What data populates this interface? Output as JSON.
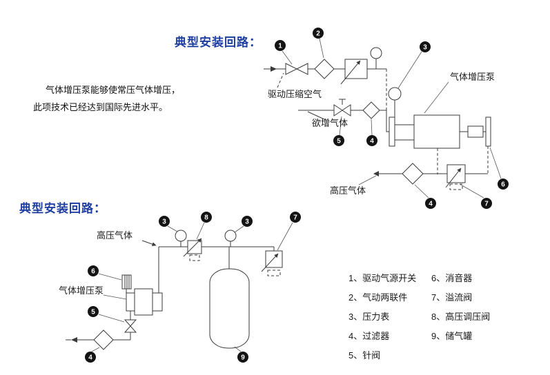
{
  "titles": {
    "top": "典型安装回路：",
    "bottom": "典型安装回路："
  },
  "description": {
    "line1": "气体增压泵能够使常压气体增压，",
    "line2": "此项技术已经达到国际先进水平。"
  },
  "labels": {
    "drive_air": "驱动压缩空气",
    "boost_gas": "欲增气体",
    "pump_top": "气体增压泵",
    "hp_gas_top": "高压气体",
    "hp_gas_bottom": "高压气体",
    "pump_bottom": "气体增压泵"
  },
  "markers": {
    "t1": "1",
    "t2": "2",
    "t3": "3",
    "t5": "5",
    "t4a": "4",
    "t6": "6",
    "t7": "7",
    "t4b": "4",
    "b3a": "3",
    "b8": "8",
    "b3b": "3",
    "b7": "7",
    "b6": "6",
    "b5": "5",
    "b4": "4",
    "b9": "9"
  },
  "legend": {
    "col1": [
      "1、驱动气源开关",
      "2、气动两联件",
      "3、压力表",
      "4、过滤器",
      "5、针阀"
    ],
    "col2": [
      "6、消音器",
      "7、溢流阀",
      "8、高压调压阀",
      "9、储气罐"
    ]
  },
  "colors": {
    "title_blue": "#1e3fa1",
    "line": "#3a3a3a",
    "text": "#1a1a1a",
    "marker_bg": "#141414",
    "marker_text": "#ffffff"
  }
}
